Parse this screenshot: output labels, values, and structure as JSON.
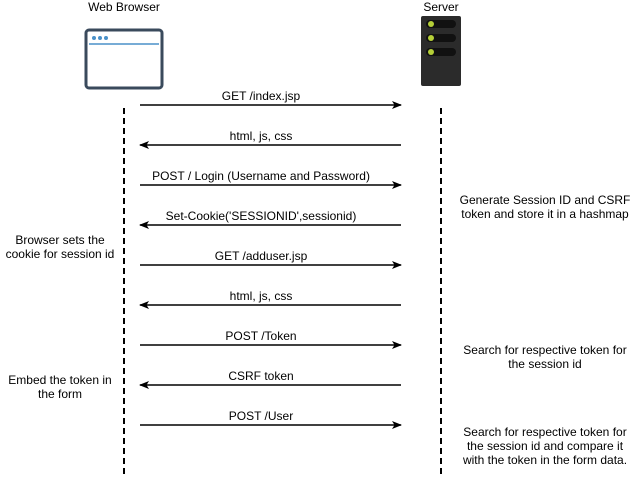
{
  "colors": {
    "line": "#000000",
    "browser_frame": "#3a4a5c",
    "browser_accent": "#4a90c8",
    "server_body": "#2b2b2b",
    "server_slot": "#111111",
    "server_led": "#b5cf38"
  },
  "actors": {
    "browser": {
      "label": "Web Browser",
      "icon": "browser-window-icon"
    },
    "server": {
      "label": "Server",
      "icon": "server-rack-icon"
    }
  },
  "messages": [
    {
      "label": "GET /index.jsp",
      "direction": "to-server"
    },
    {
      "label": "html, js, css",
      "direction": "to-browser"
    },
    {
      "label": "POST  / Login (Username and Password)",
      "direction": "to-server"
    },
    {
      "label": "Set-Cookie('SESSIONID',sessionid)",
      "direction": "to-browser"
    },
    {
      "label": "GET /adduser.jsp",
      "direction": "to-server"
    },
    {
      "label": "html, js, css",
      "direction": "to-browser"
    },
    {
      "label": "POST /Token",
      "direction": "to-server"
    },
    {
      "label": "CSRF token",
      "direction": "to-browser"
    },
    {
      "label": "POST /User",
      "direction": "to-server"
    }
  ],
  "notes": {
    "browser": [
      {
        "lines": [
          "Browser sets the",
          "cookie for session id"
        ]
      },
      {
        "lines": [
          "Embed the token in",
          "the form"
        ]
      }
    ],
    "server": [
      {
        "lines": [
          "Generate Session ID and CSRF",
          "token and store it in a hashmap"
        ]
      },
      {
        "lines": [
          "Search for respective token for",
          "the session id"
        ]
      },
      {
        "lines": [
          "Search for respective token for",
          "the session id and compare it",
          "with the token in the form data."
        ]
      }
    ]
  }
}
